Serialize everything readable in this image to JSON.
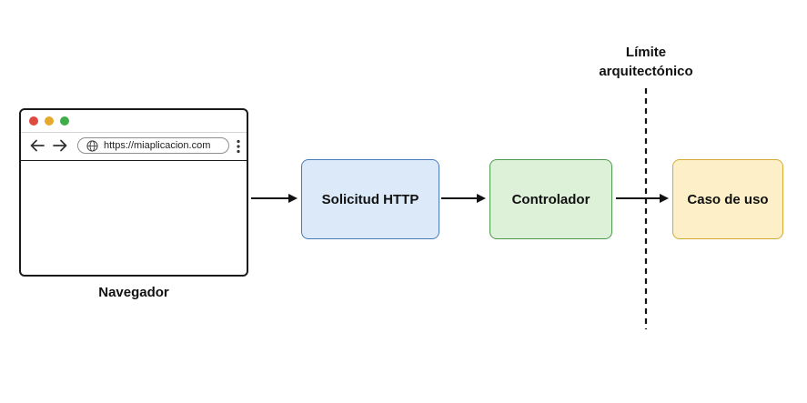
{
  "browser": {
    "url": "https://miaplicacion.com",
    "label": "Navegador",
    "controls": {
      "traffic_lights": [
        "close-dot",
        "minimize-dot",
        "maximize-dot"
      ],
      "back_icon": "arrow-left-icon",
      "forward_icon": "arrow-right-icon",
      "globe_icon": "globe-icon",
      "menu_icon": "kebab-menu-icon"
    }
  },
  "nodes": {
    "http_request": {
      "label": "Solicitud HTTP"
    },
    "controller": {
      "label": "Controlador"
    },
    "use_case": {
      "label": "Caso de uso"
    }
  },
  "boundary": {
    "label_line1": "Límite",
    "label_line2": "arquitectónico"
  },
  "colors": {
    "http_request_fill": "#dbe9f9",
    "http_request_border": "#4a7ab8",
    "controller_fill": "#ddf0d8",
    "controller_border": "#4e9a4e",
    "use_case_fill": "#fdf0c8",
    "use_case_border": "#d4a93a",
    "dot_red": "#e0493d",
    "dot_yellow": "#e6a92c",
    "dot_green": "#3fae48"
  }
}
